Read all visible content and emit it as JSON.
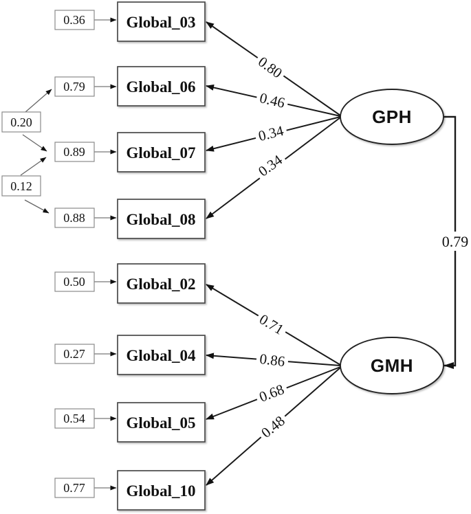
{
  "figure": {
    "type": "sem-path-diagram",
    "description": "Two-factor confirmatory factor analysis path diagram"
  },
  "factors": {
    "gph": {
      "label": "GPH"
    },
    "gmh": {
      "label": "GMH"
    }
  },
  "indicators": [
    {
      "label": "Global_03",
      "error": "0.36",
      "loading": "0.80",
      "factor": "GPH"
    },
    {
      "label": "Global_06",
      "error": "0.79",
      "loading": "0.46",
      "factor": "GPH"
    },
    {
      "label": "Global_07",
      "error": "0.89",
      "loading": "0.34",
      "factor": "GPH"
    },
    {
      "label": "Global_08",
      "error": "0.88",
      "loading": "0.34",
      "factor": "GPH"
    },
    {
      "label": "Global_02",
      "error": "0.50",
      "loading": "0.71",
      "factor": "GMH"
    },
    {
      "label": "Global_04",
      "error": "0.27",
      "loading": "0.86",
      "factor": "GMH"
    },
    {
      "label": "Global_05",
      "error": "0.54",
      "loading": "0.68",
      "factor": "GMH"
    },
    {
      "label": "Global_10",
      "error": "0.77",
      "loading": "0.48",
      "factor": "GMH"
    }
  ],
  "error_covariances": [
    {
      "label": "0.20",
      "between": [
        "Global_06",
        "Global_07"
      ]
    },
    {
      "label": "0.12",
      "between": [
        "Global_07",
        "Global_08"
      ]
    }
  ],
  "factor_correlation": {
    "label": "0.79",
    "between": [
      "GPH",
      "GMH"
    ]
  },
  "colors": {
    "line": "#1a1a1a",
    "indicator_border": "#4a4a4a",
    "error_border": "#8a8a8a",
    "background": "#ffffff"
  }
}
